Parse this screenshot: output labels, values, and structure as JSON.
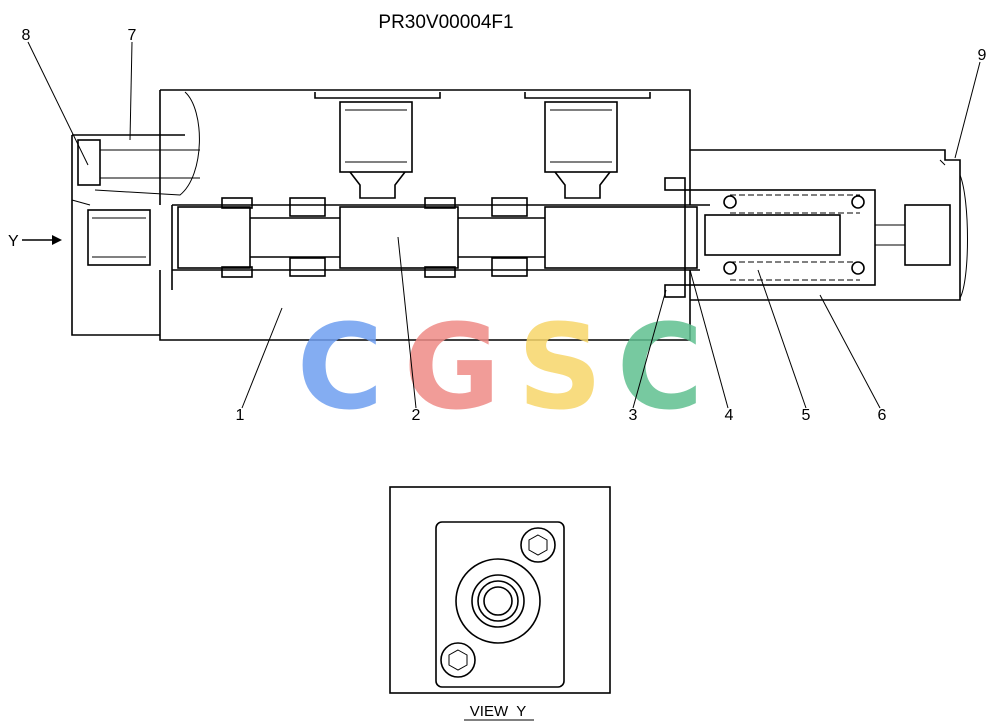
{
  "drawing_number": "PR30V00004F1",
  "view_arrow_label": "Y",
  "view_caption": "VIEW  Y",
  "watermark": {
    "letters": [
      "C",
      "G",
      "S",
      "C"
    ],
    "colors": [
      "#6f9ff0",
      "#ef8b86",
      "#f7d66a",
      "#5fbf8f"
    ]
  },
  "callouts": [
    "1",
    "2",
    "3",
    "4",
    "5",
    "6",
    "7",
    "8",
    "9"
  ]
}
